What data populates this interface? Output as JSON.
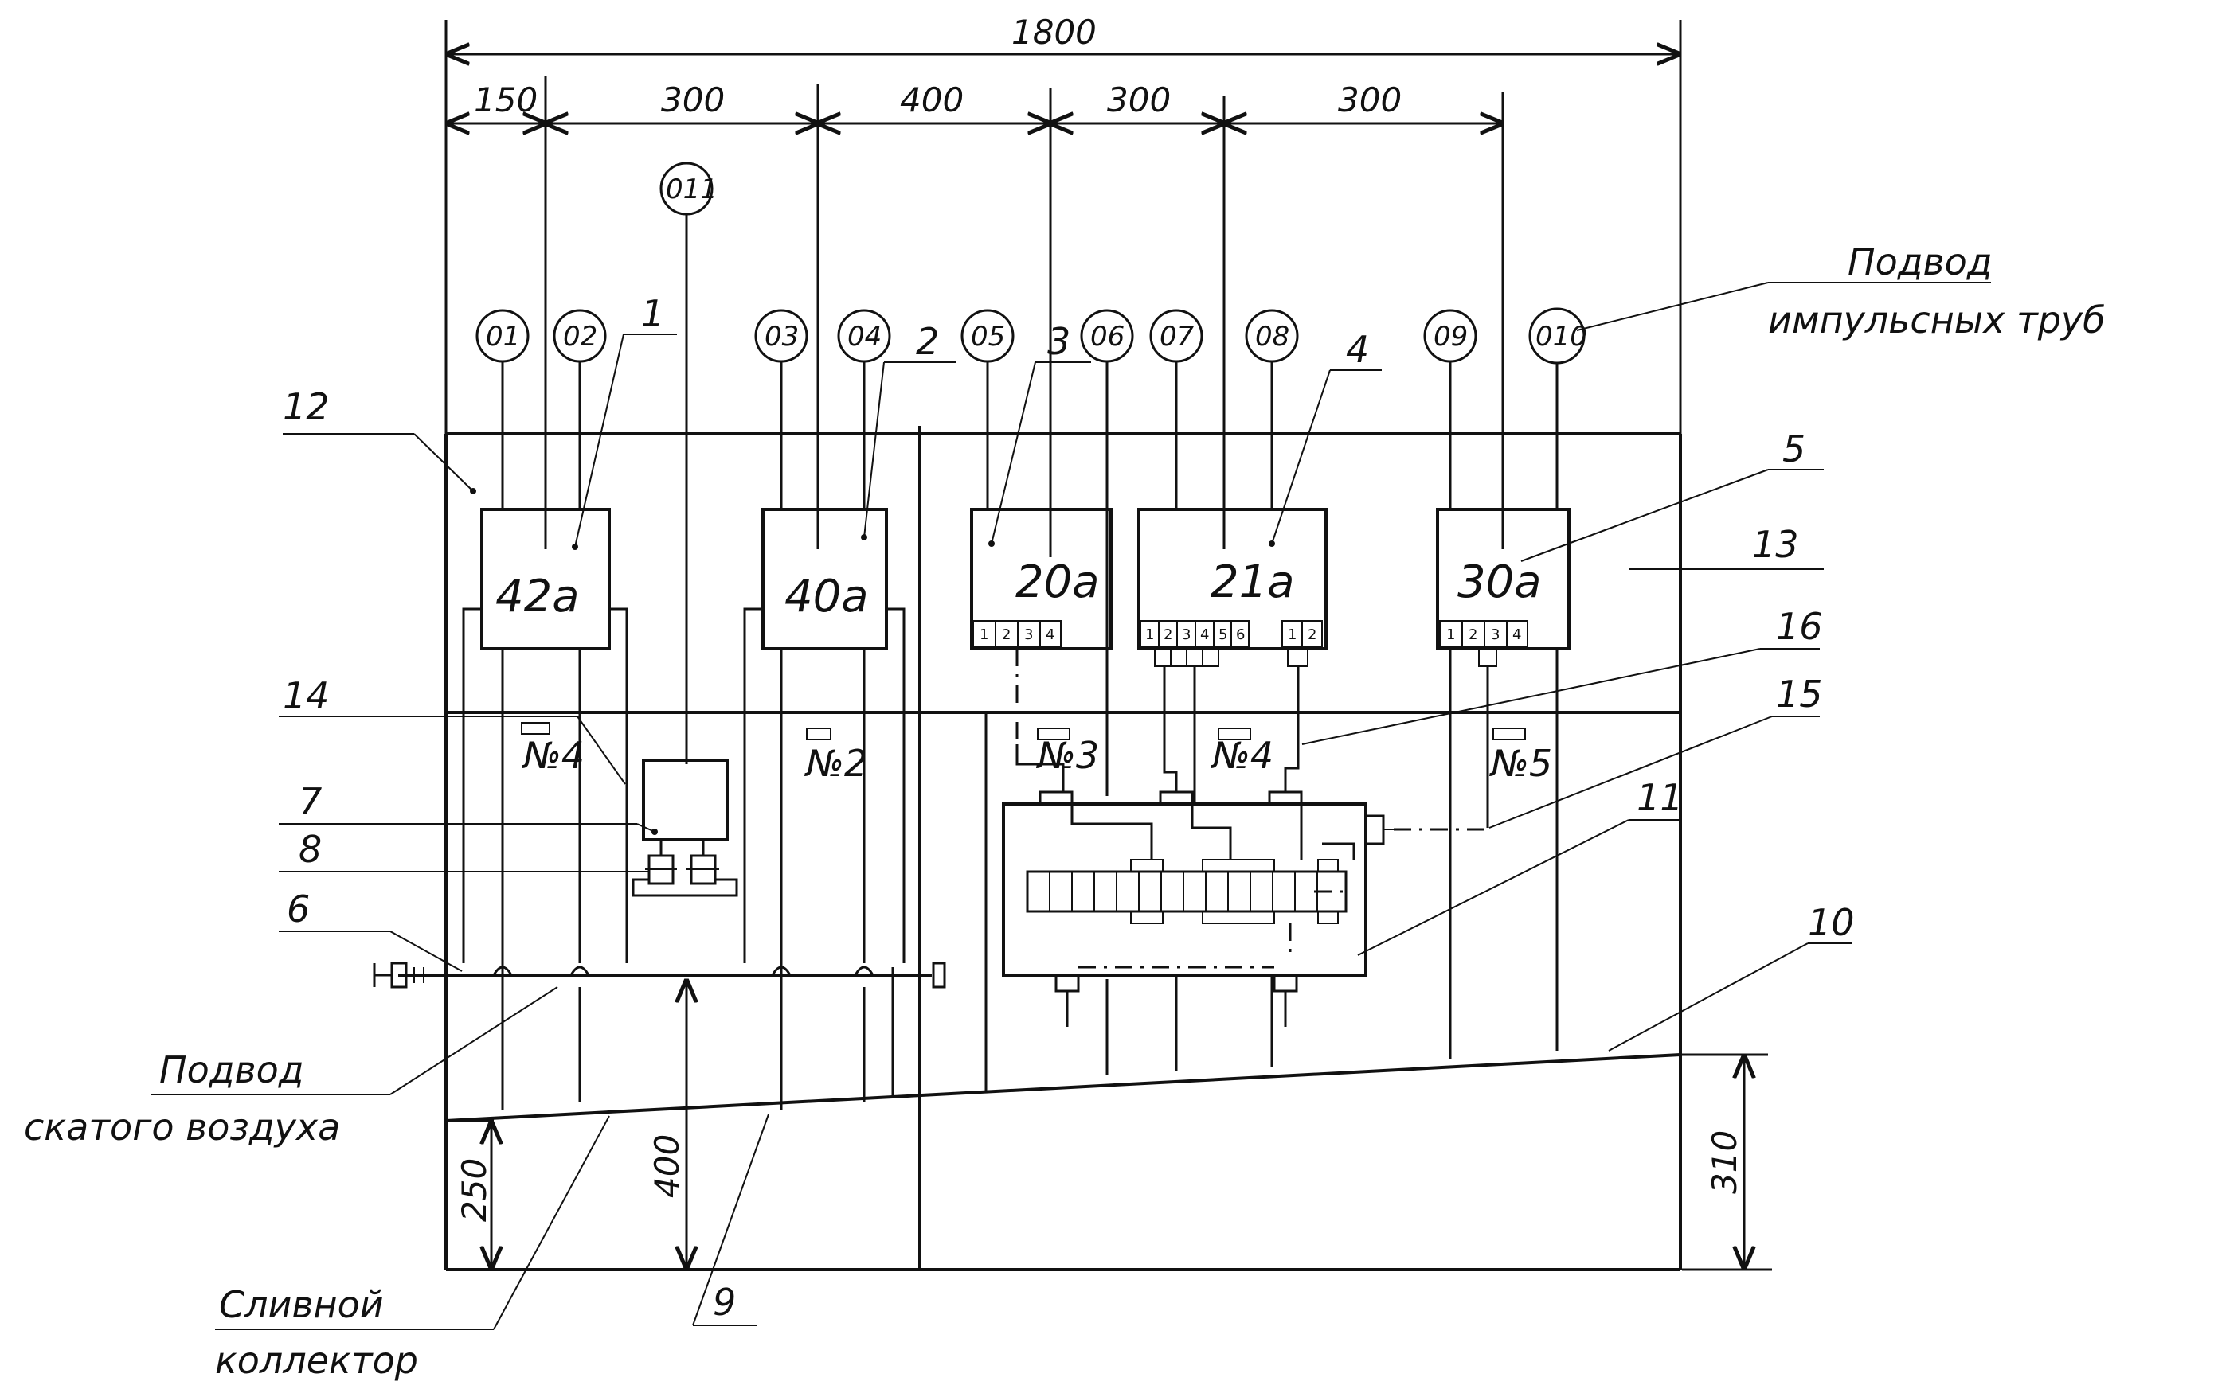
{
  "dimensions": {
    "total": "1800",
    "spans": [
      "150",
      "300",
      "400",
      "300",
      "300"
    ],
    "h250": "250",
    "h400": "400",
    "h310": "310"
  },
  "bubbles": [
    "01",
    "02",
    "011",
    "03",
    "04",
    "05",
    "06",
    "07",
    "08",
    "09",
    "010"
  ],
  "devices": [
    "42a",
    "40a",
    "20a",
    "21a",
    "30a"
  ],
  "device_pins": {
    "20a": [
      "1",
      "2",
      "3",
      "4"
    ],
    "21a": [
      "1",
      "2",
      "3",
      "4",
      "5",
      "6",
      "1",
      "2"
    ],
    "30a": [
      "1",
      "2",
      "3",
      "4"
    ]
  },
  "switch_labels": [
    "№4",
    "№2",
    "№3",
    "№4",
    "№5"
  ],
  "callouts": [
    "1",
    "2",
    "3",
    "4",
    "5",
    "6",
    "7",
    "8",
    "9",
    "10",
    "11",
    "12",
    "13",
    "14",
    "15",
    "16"
  ],
  "notes": {
    "impulse_1": "Подвод",
    "impulse_2": "импульсных труб",
    "air_1": "Подвод",
    "air_2": "скатого воздуха",
    "drain_1": "Сливной",
    "drain_2": "коллектор"
  }
}
